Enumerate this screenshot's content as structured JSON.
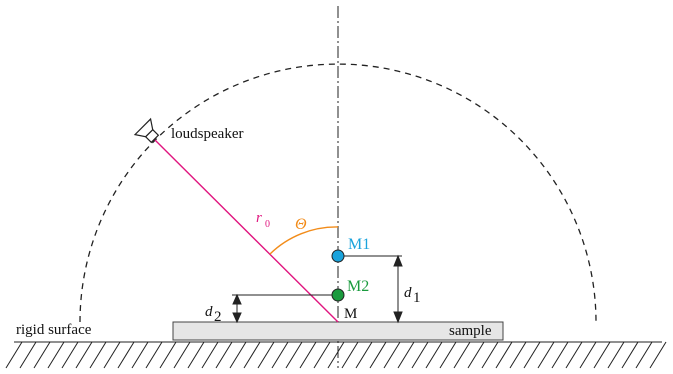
{
  "labels": {
    "loudspeaker": "loudspeaker",
    "r": "r",
    "r_sub": "0",
    "theta": "Θ",
    "m1": "M1",
    "m2": "M2",
    "m": "M",
    "d1": "d",
    "d1_sub": "1",
    "d2": "d",
    "d2_sub": "2",
    "rigid_surface": "rigid surface",
    "sample": "sample"
  },
  "colors": {
    "radius_line": "#e0157f",
    "angle_arc": "#f28c1a",
    "mic_m1": "#1aa3dc",
    "mic_m2": "#1a9b3e",
    "sample_fill": "#e6e6e6"
  },
  "icons": {
    "loudspeaker": "loudspeaker-icon"
  }
}
